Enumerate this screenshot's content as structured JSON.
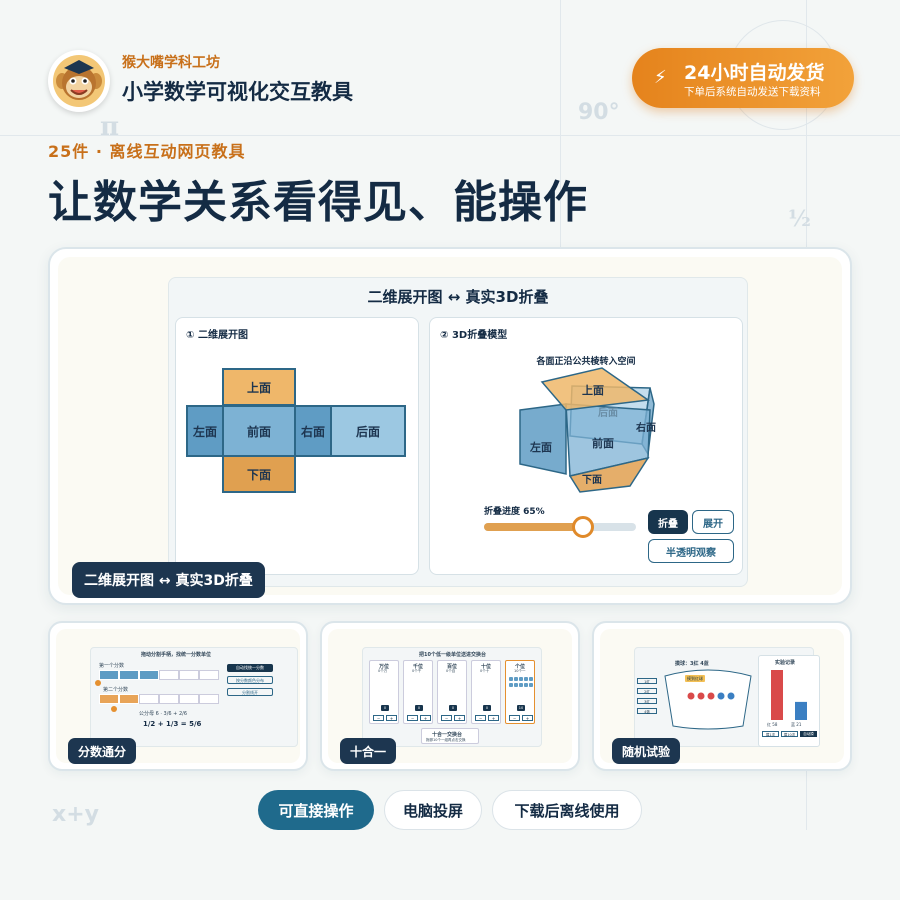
{
  "header": {
    "brand": "猴大嘴学科工坊",
    "subtitle": "小学数学可视化交互教具",
    "tagline": "25件 · 离线互动网页教具",
    "headline": "让数学关系看得见、能操作"
  },
  "badge": {
    "title": "24小时自动发货",
    "subtitle": "下单后系统自动发送下载资料"
  },
  "decor": {
    "pi": "π",
    "deg": "90°",
    "half": "½",
    "xy": "x+y"
  },
  "main_app": {
    "title": "二维展开图 ↔ 真实3D折叠",
    "net_panel": {
      "title": "① 二维展开图",
      "faces": {
        "top": "上面",
        "left": "左面",
        "front": "前面",
        "right": "右面",
        "back": "后面",
        "bottom": "下面"
      }
    },
    "fold_panel": {
      "title": "② 3D折叠模型",
      "caption": "各面正沿公共棱转入空间",
      "faces": {
        "top": "上面",
        "back": "后面",
        "right": "右面",
        "left": "左面",
        "front": "前面",
        "bottom": "下面"
      },
      "progress_label": "折叠进度 65%",
      "progress": 0.65,
      "fold_button": "折叠",
      "unfold_button": "展开",
      "transparent_button": "半透明观察"
    },
    "card_label": "二维展开图 ↔ 真实3D折叠"
  },
  "cards": [
    {
      "label": "分数通分",
      "title": "拖动分割手柄，找统一分数单位",
      "row1": "第一个分数",
      "row2": "第二个分数",
      "info": "公分母 6 · 3/6 + 2/6",
      "formula": "1/2 + 1/3 = 5/6",
      "buttons": [
        "自动找统一分数",
        "按分数颜色分布",
        "分割线开"
      ]
    },
    {
      "label": "十合一",
      "title": "把10个低一级单位送进交换台",
      "columns": [
        {
          "name": "万位",
          "sub": "0个万",
          "count": "0"
        },
        {
          "name": "千位",
          "sub": "0个千",
          "count": "0"
        },
        {
          "name": "百位",
          "sub": "0个百",
          "count": "0"
        },
        {
          "name": "十位",
          "sub": "0个十",
          "count": "0"
        },
        {
          "name": "个位",
          "sub": "10个一",
          "count": "10"
        }
      ],
      "exchange": "十合一交换台",
      "exchange_sub": "拖够10个一组再点击交换"
    },
    {
      "label": "随机试验",
      "title": "摸球：3红 4蓝",
      "record_title": "实验记录",
      "bars": [
        {
          "label": "红 58",
          "value": 58,
          "color": "#d94a4a"
        },
        {
          "label": "蓝 21",
          "value": 21,
          "color": "#3b7fc2"
        }
      ],
      "buttons": [
        "摸1次",
        "摸10次",
        "自动摸"
      ],
      "ball_tag": "摸到红球",
      "side_buttons": [
        "1红",
        "2红",
        "3红",
        "4蓝"
      ]
    }
  ],
  "pills": [
    "可直接操作",
    "电脑投屏",
    "下载后离线使用"
  ],
  "colors": {
    "navy": "#142b44",
    "orange": "#e5831c",
    "teal": "#1f6a8c",
    "face_blue": "#6fa3c6",
    "face_orange": "#e8a458"
  }
}
